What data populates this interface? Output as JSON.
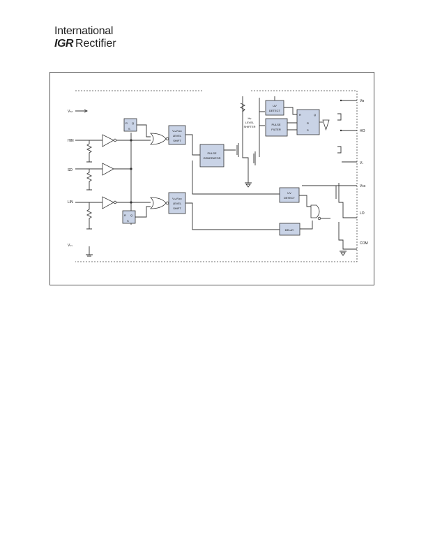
{
  "logo": {
    "line1": "International",
    "mark": "IGR",
    "line2": "Rectifier"
  },
  "diagram": {
    "pins_left": {
      "vdd": "Vₙₙ",
      "hin": "HIN",
      "sd": "SD",
      "lin": "LIN",
      "vss": "Vₛₛ"
    },
    "pins_right": {
      "vb": "Vʙ",
      "ho": "HO",
      "vs": "Vₛ",
      "vcc": "Vᴄᴄ",
      "lo": "LO",
      "com": "COM"
    },
    "blocks": {
      "level_shift_top_1": "Vₙₙ/Vᴄᴄ",
      "level_shift_top_2": "LEVEL",
      "level_shift_top_3": "SHIFT",
      "level_shift_bot_1": "Vₙₙ/Vᴄᴄ",
      "level_shift_bot_2": "LEVEL",
      "level_shift_bot_3": "SHIFT",
      "pulse_gen_1": "PULSE",
      "pulse_gen_2": "GENERATOR",
      "hv_shifter_1": "Hᴠ",
      "hv_shifter_2": "LEVEL",
      "hv_shifter_3": "SHIFTER",
      "uv_detect_top_1": "UV",
      "uv_detect_top_2": "DETECT",
      "pulse_filter_1": "PULSE",
      "pulse_filter_2": "FILTER",
      "uv_detect_bot_1": "UV",
      "uv_detect_bot_2": "DETECT",
      "delay": "DELAY"
    },
    "latch_top": {
      "r": "R",
      "q": "Q",
      "s": "S"
    },
    "latch_bot": {
      "r": "R",
      "q": "Q",
      "s": "S"
    },
    "latch_hs": {
      "r": "R",
      "q": "Q",
      "s": "S"
    }
  }
}
